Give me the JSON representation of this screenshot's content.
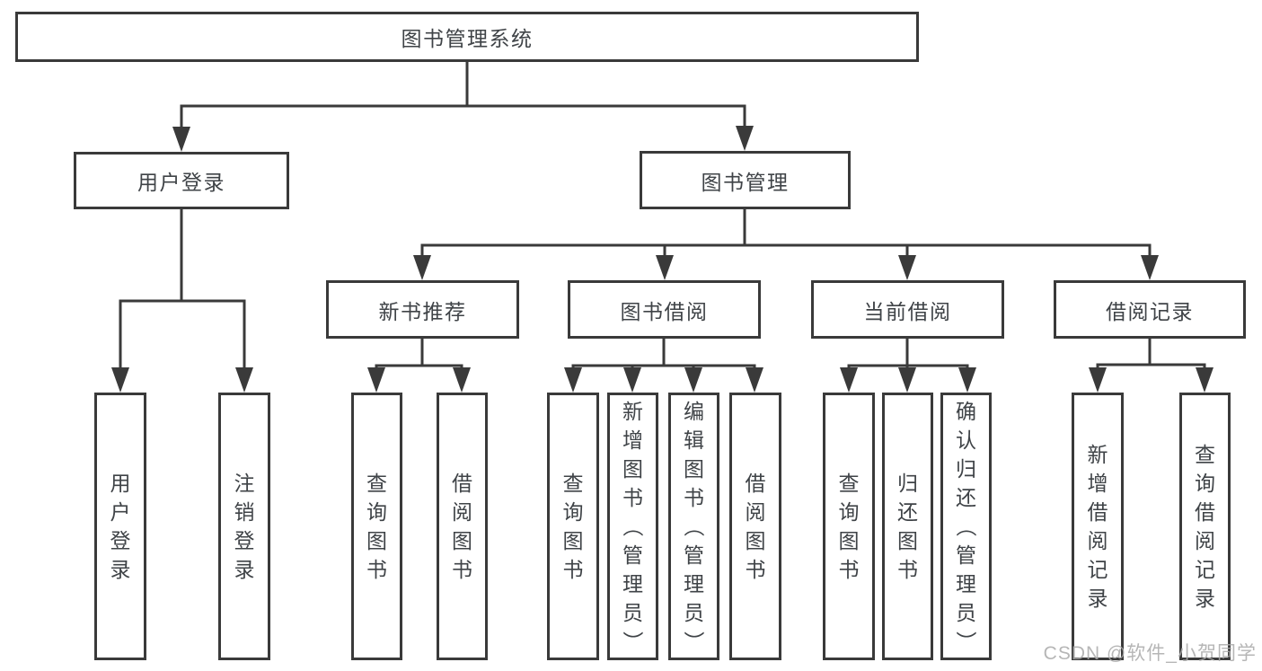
{
  "tree": {
    "label": "图书管理系统",
    "children": [
      {
        "label": "用户登录",
        "children": [
          {
            "label": "用户登录"
          },
          {
            "label": "注销登录"
          }
        ]
      },
      {
        "label": "图书管理",
        "children": [
          {
            "label": "新书推荐",
            "children": [
              {
                "label": "查询图书"
              },
              {
                "label": "借阅图书"
              }
            ]
          },
          {
            "label": "图书借阅",
            "children": [
              {
                "label": "查询图书"
              },
              {
                "label": "新增图书（管理员）"
              },
              {
                "label": "编辑图书（管理员）"
              },
              {
                "label": "借阅图书"
              }
            ]
          },
          {
            "label": "当前借阅",
            "children": [
              {
                "label": "查询图书"
              },
              {
                "label": "归还图书"
              },
              {
                "label": "确认归还（管理员）"
              }
            ]
          },
          {
            "label": "借阅记录",
            "children": [
              {
                "label": "新增借阅记录"
              },
              {
                "label": "查询借阅记录"
              }
            ]
          }
        ]
      }
    ]
  },
  "watermark": "CSDN @软件_小贺同学",
  "colors": {
    "line": "#3a3a3a",
    "text": "#3f4347",
    "background": "#ffffff",
    "watermark": "#aaaaaa"
  }
}
